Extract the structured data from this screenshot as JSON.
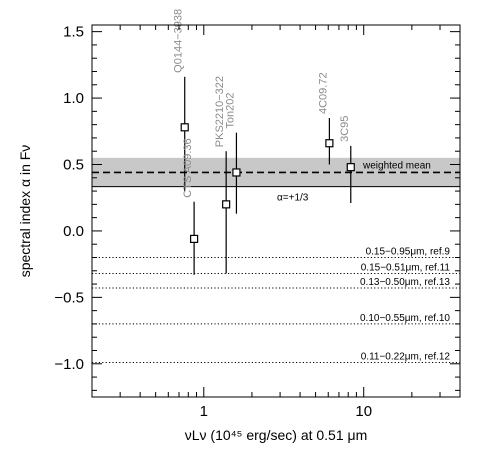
{
  "chart_data": {
    "type": "scatter",
    "title": "",
    "xlabel": "νLν (10⁴⁵ erg/sec) at 0.51 μm",
    "ylabel": "spectral index α in Fν",
    "xscale": "log",
    "xlim": [
      0.2,
      40
    ],
    "ylim": [
      -1.25,
      1.55
    ],
    "x_ticks": [
      {
        "value": 1,
        "label": "1"
      },
      {
        "value": 10,
        "label": "10"
      }
    ],
    "y_ticks": [
      {
        "value": -1.0,
        "label": "−1.0"
      },
      {
        "value": -0.5,
        "label": "−0.5"
      },
      {
        "value": 0.0,
        "label": "0.0"
      },
      {
        "value": 0.5,
        "label": "0.5"
      },
      {
        "value": 1.0,
        "label": "1.0"
      },
      {
        "value": 1.5,
        "label": "1.5"
      }
    ],
    "grid": false,
    "points": [
      {
        "name": "Q0144−3938",
        "x": 0.76,
        "y": 0.78,
        "ylow": 0.3,
        "yhigh": 1.16
      },
      {
        "name": "CTS A09.36",
        "x": 0.87,
        "y": -0.06,
        "ylow": -0.33,
        "yhigh": 0.22
      },
      {
        "name": "PKS2210−322",
        "x": 1.38,
        "y": 0.2,
        "ylow": -0.32,
        "yhigh": 0.6
      },
      {
        "name": "Ton202",
        "x": 1.6,
        "y": 0.44,
        "ylow": 0.13,
        "yhigh": 0.74
      },
      {
        "name": "4C09.72",
        "x": 6.1,
        "y": 0.66,
        "ylow": 0.5,
        "yhigh": 0.85
      },
      {
        "name": "3C95",
        "x": 8.3,
        "y": 0.48,
        "ylow": 0.21,
        "yhigh": 0.64
      }
    ],
    "weighted_mean": {
      "label": "weighted mean",
      "value": 0.44,
      "band": [
        0.33,
        0.55
      ]
    },
    "alpha_line": {
      "label": "α=+1/3",
      "value": 0.333
    },
    "reference_lines": [
      {
        "label": "0.15−0.95μm, ref.9",
        "value": -0.2
      },
      {
        "label": "0.15−0.51μm, ref.11",
        "value": -0.32
      },
      {
        "label": "0.13−0.50μm, ref.13",
        "value": -0.43
      },
      {
        "label": "0.10−0.55μm, ref.10",
        "value": -0.7
      },
      {
        "label": "0.11−0.22μm, ref.12",
        "value": -0.99
      }
    ],
    "colors": {
      "band": "#c8c8c8",
      "point_label": "#8c8c8c",
      "marks": "#000000"
    }
  }
}
